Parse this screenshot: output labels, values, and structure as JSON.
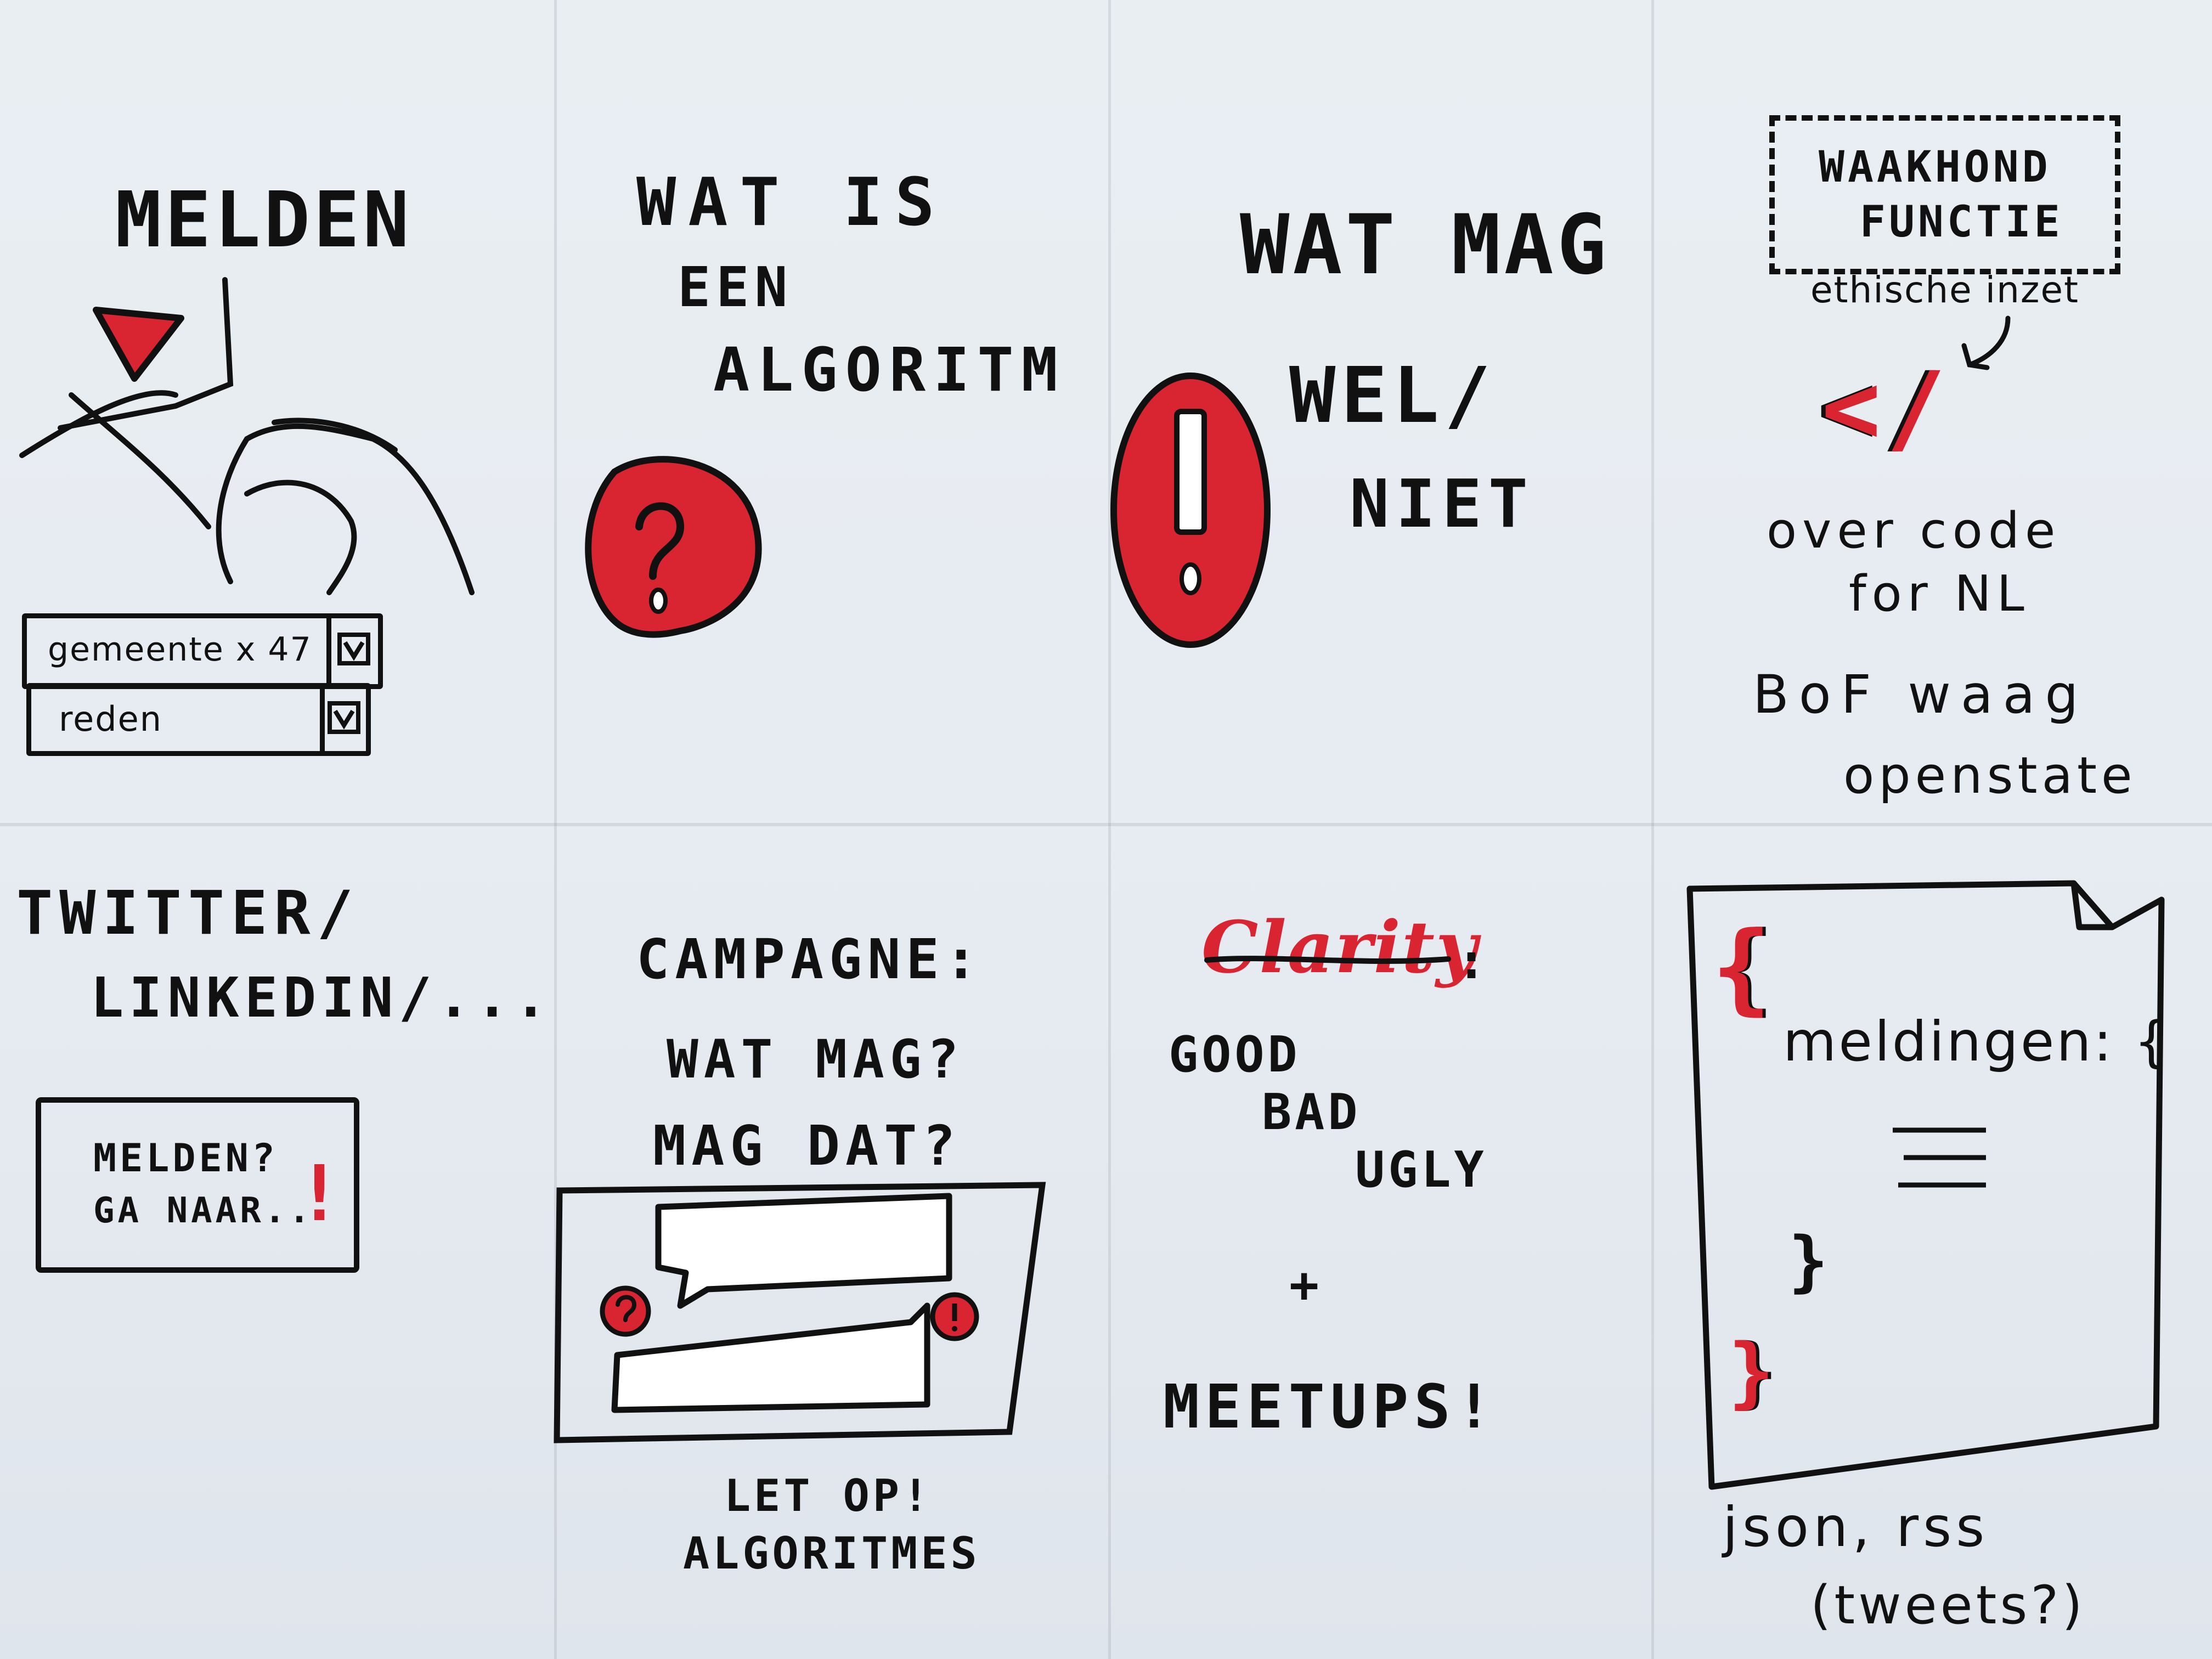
{
  "panel_melden": {
    "title": "MELDEN",
    "select_1": "gemeente x 47",
    "select_2": "reden"
  },
  "panel_algoritme": {
    "line_1": "WAT IS",
    "line_2": "EEN",
    "line_3": "ALGORITM"
  },
  "panel_watmag": {
    "line_1": "WAT MAG",
    "line_2": "WEL/",
    "line_3": "NIET"
  },
  "panel_waakhond": {
    "box_line_1": "WAAKHOND",
    "box_line_2": "FUNCTIE",
    "annotation": "ethische inzet",
    "code_symbol": "</",
    "line_1": "over code",
    "line_2": "for NL",
    "line_3": "BoF waag",
    "line_4": "openstate"
  },
  "panel_twitter": {
    "line_1": "TWITTER/",
    "line_2": "LINKEDIN/...",
    "box_line_1": "MELDEN?",
    "box_line_2": "GA NAAR..",
    "exclaim": "!"
  },
  "panel_campagne": {
    "line_1": "CAMPAGNE:",
    "line_2": "WAT MAG?",
    "line_3": "MAG DAT?",
    "caption_1": "LET OP!",
    "caption_2": "ALGORITMES"
  },
  "panel_clarity": {
    "heading": "Clarity",
    "colon": ":",
    "line_1": "GOOD",
    "line_2": "BAD",
    "line_3": "UGLY",
    "plus": "+",
    "line_4": "MEETUPS!"
  },
  "panel_json": {
    "brace_open": "{",
    "key_line": "meldingen: {",
    "brace_inner_close": "}",
    "brace_close": "}",
    "caption_1": "json, rss",
    "caption_2": "(tweets?)"
  }
}
